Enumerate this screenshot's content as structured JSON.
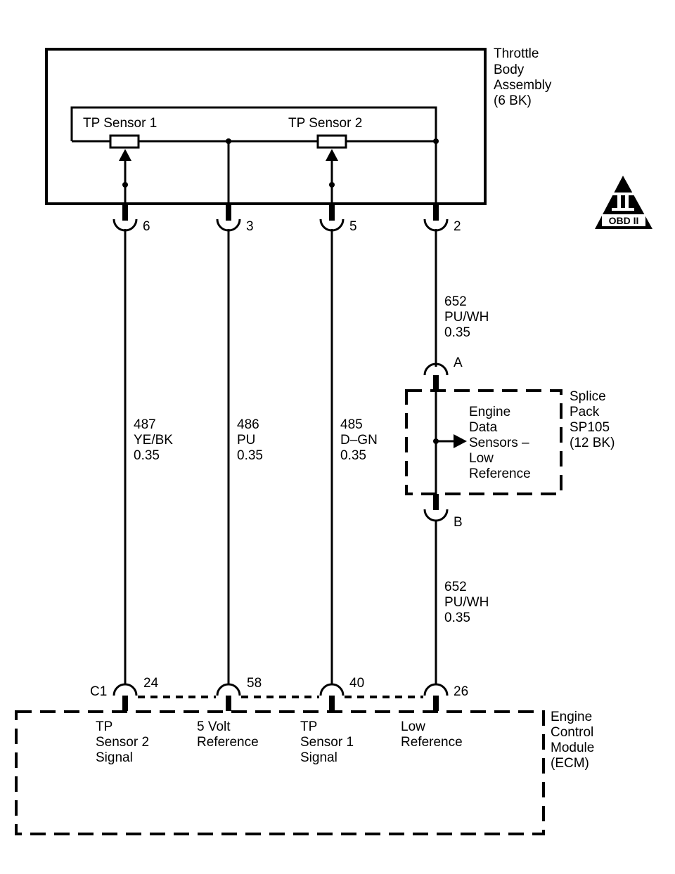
{
  "throttle_body": {
    "label_lines": [
      "Throttle",
      "Body",
      "Assembly",
      "(6 BK)"
    ],
    "sensor1_label": "TP Sensor 1",
    "sensor2_label": "TP Sensor 2",
    "pins": [
      "6",
      "3",
      "5",
      "2"
    ]
  },
  "obd_badge": {
    "numeral": "II",
    "text": "OBD II"
  },
  "wires": {
    "w487": [
      "487",
      "YE/BK",
      "0.35"
    ],
    "w486": [
      "486",
      "PU",
      "0.35"
    ],
    "w485": [
      "485",
      "D–GN",
      "0.35"
    ],
    "w652_upper": [
      "652",
      "PU/WH",
      "0.35"
    ],
    "w652_lower": [
      "652",
      "PU/WH",
      "0.35"
    ]
  },
  "splice_pack": {
    "label_lines": [
      "Splice",
      "Pack",
      "SP105",
      "(12 BK)"
    ],
    "inner_lines": [
      "Engine",
      "Data",
      "Sensors –",
      "Low",
      "Reference"
    ],
    "pin_a": "A",
    "pin_b": "B"
  },
  "ecm": {
    "label_lines": [
      "Engine",
      "Control",
      "Module",
      "(ECM)"
    ],
    "connector": "C1",
    "pins": [
      "24",
      "58",
      "40",
      "26"
    ],
    "terminals": [
      [
        "TP",
        "Sensor 2",
        "Signal"
      ],
      [
        "5 Volt",
        "Reference"
      ],
      [
        "TP",
        "Sensor 1",
        "Signal"
      ],
      [
        "Low",
        "Reference"
      ]
    ]
  }
}
